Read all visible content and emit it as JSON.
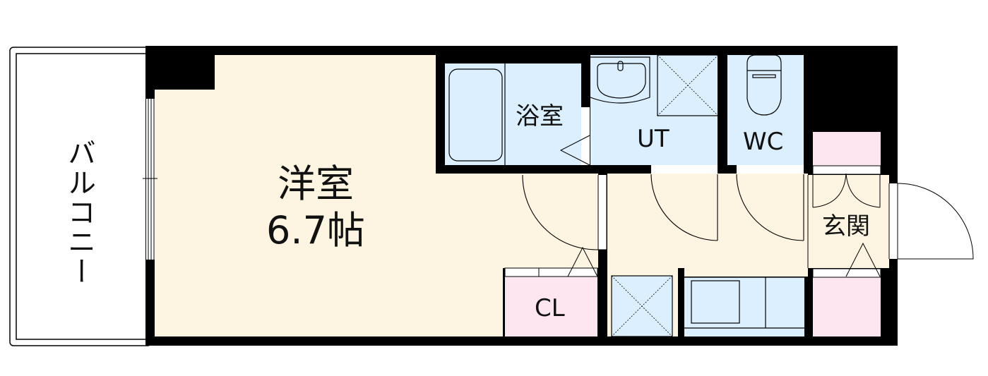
{
  "floorplan": {
    "colors": {
      "wall": "#000000",
      "living_floor": "#fdf5e1",
      "wet_area": "#dcefff",
      "storage": "#fde6ef",
      "balcony": "#ffffff",
      "line": "#000000"
    },
    "rooms": {
      "balcony": {
        "label": "バルコニー"
      },
      "western_room": {
        "label": "洋室",
        "size": "6.7帖"
      },
      "bathroom": {
        "label": "浴室"
      },
      "utility": {
        "label": "UT"
      },
      "toilet": {
        "label": "WC"
      },
      "closet": {
        "label": "CL"
      },
      "entrance": {
        "label": "玄関"
      }
    },
    "fixtures": [
      "bathtub",
      "washbasin",
      "washing-machine-space",
      "toilet",
      "refrigerator-space",
      "kitchen-sink",
      "stove",
      "shoe-storage-top",
      "shoe-storage-bottom"
    ]
  }
}
